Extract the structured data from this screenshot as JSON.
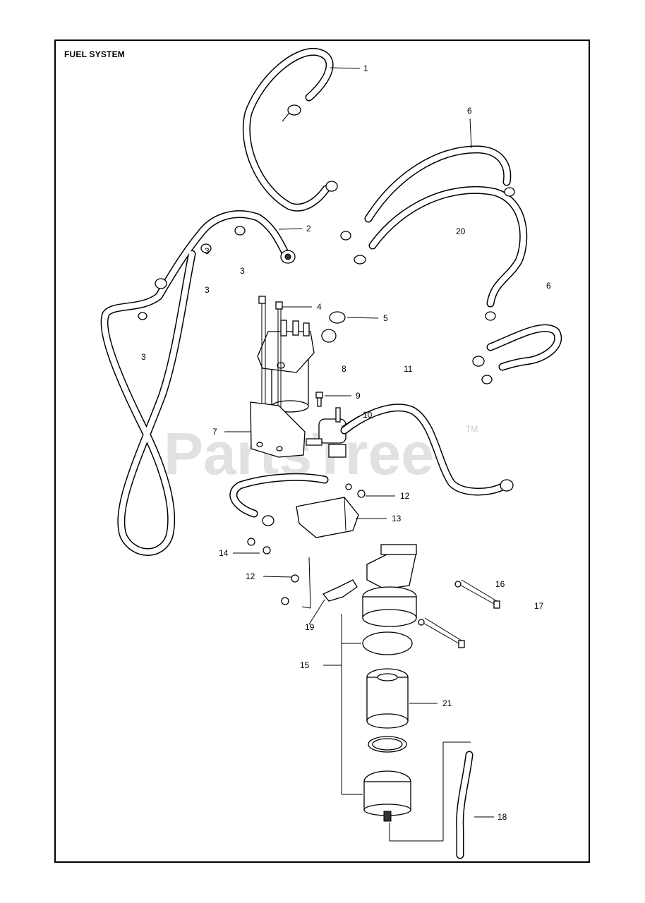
{
  "title": "FUEL SYSTEM",
  "watermark": "PartsTree",
  "trademark": "TM",
  "callouts": [
    "1",
    "2",
    "3",
    "3",
    "3",
    "3",
    "4",
    "5",
    "6",
    "6",
    "7",
    "8",
    "9",
    "10",
    "11",
    "12",
    "12",
    "13",
    "14",
    "15",
    "16",
    "17",
    "18",
    "19",
    "20",
    "21"
  ],
  "colors": {
    "line": "#000000",
    "background": "#ffffff",
    "watermark": "#c9c9c9"
  }
}
